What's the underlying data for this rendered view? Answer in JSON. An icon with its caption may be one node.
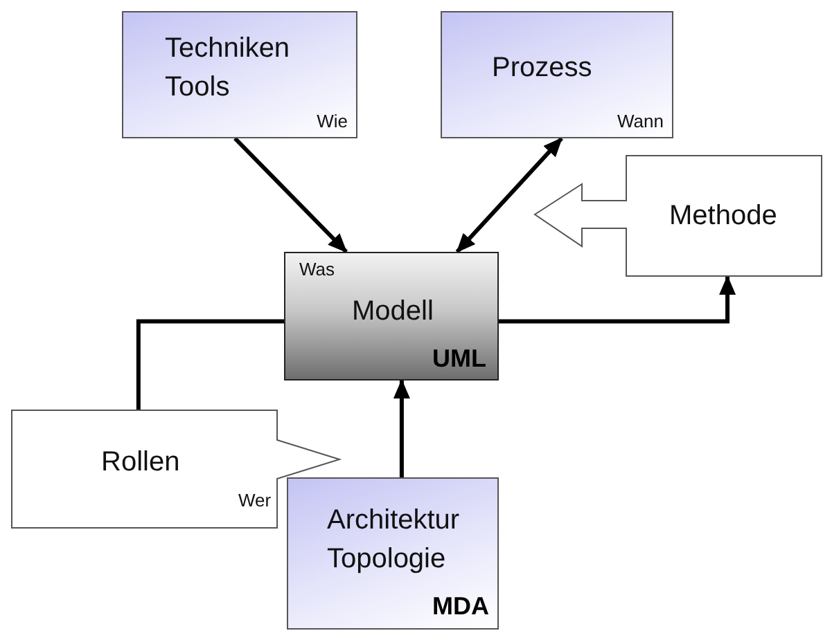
{
  "diagram": {
    "nodes": [
      {
        "text": [
          "Techniken Tools",
          "Wie"
        ]
      },
      {
        "text": [
          "Prozess",
          "Wann"
        ]
      },
      {
        "text": [
          "Methode"
        ]
      },
      {
        "text": [
          "Was",
          "Modell",
          "UML"
        ]
      },
      {
        "text": [
          "Rollen",
          "Wer"
        ]
      },
      {
        "text": [
          "Architektur Topologie",
          "MDA"
        ]
      }
    ],
    "edges": [
      {
        "from": 0,
        "to": 3,
        "arrow": "to"
      },
      {
        "from": 1,
        "to": 3,
        "arrow": "both"
      },
      {
        "from": 3,
        "to": 2,
        "arrow": "to"
      },
      {
        "from": 4,
        "to": 3,
        "arrow": "none"
      },
      {
        "from": 5,
        "to": 3,
        "arrow": "to"
      }
    ]
  }
}
